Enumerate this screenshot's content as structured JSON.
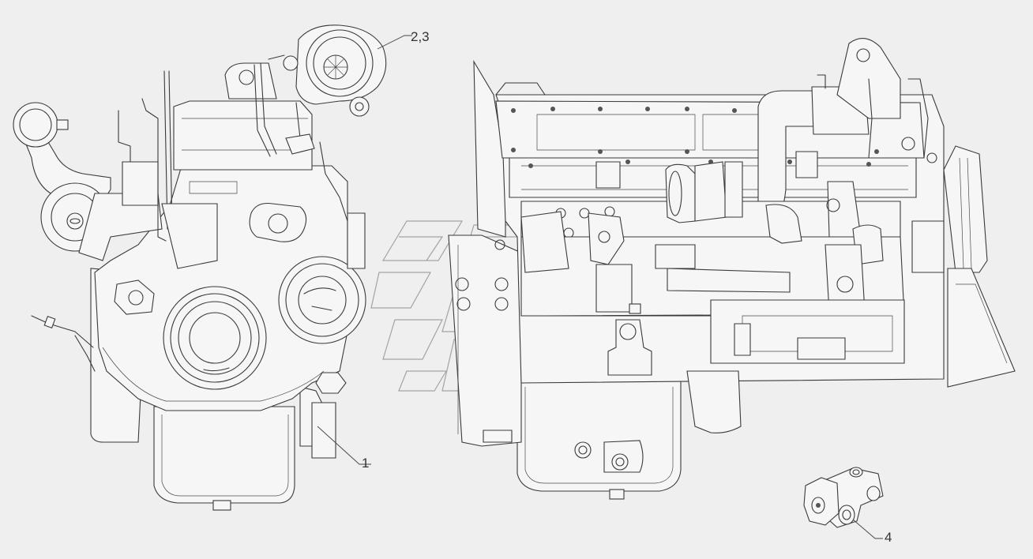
{
  "diagram": {
    "type": "exploded-parts-illustration",
    "background_color": "#efefef",
    "line_color": "#3a3a3a",
    "callouts": [
      {
        "id": "callout-1",
        "label": "1"
      },
      {
        "id": "callout-2-3",
        "label": "2,3"
      },
      {
        "id": "callout-4",
        "label": "4"
      }
    ]
  }
}
